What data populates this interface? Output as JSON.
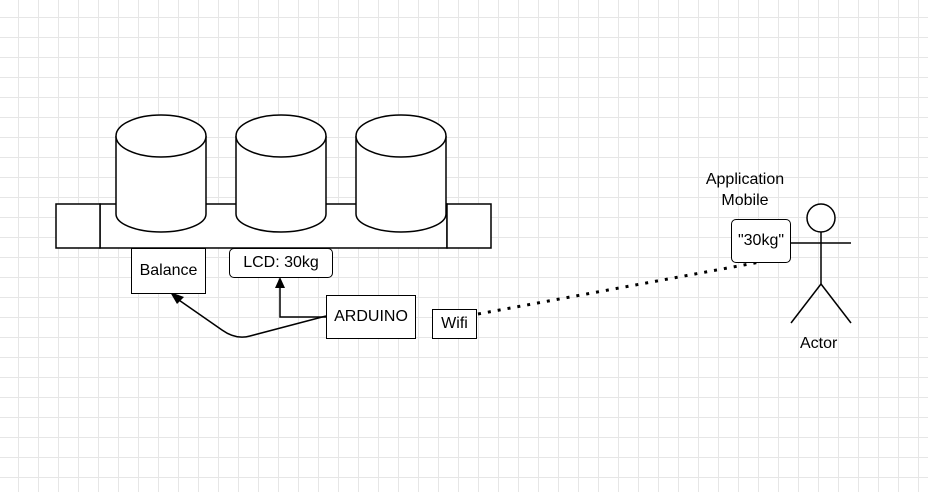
{
  "nodes": {
    "balance": "Balance",
    "lcd": "LCD: 30kg",
    "arduino": "ARDUINO",
    "wifi": "Wifi",
    "app_title_line1": "Application",
    "app_title_line2": "Mobile",
    "app_value": "\"30kg\"",
    "actor": "Actor"
  },
  "shapes": {
    "cylinders": 3,
    "platform": "rectangle"
  }
}
